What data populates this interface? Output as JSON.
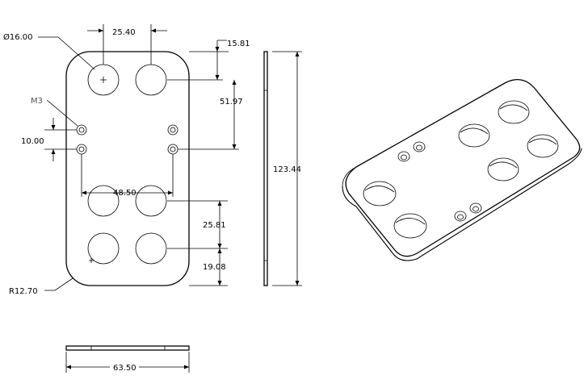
{
  "labels": {
    "hole_diameter": "Ø16.00",
    "hole_spacing_x": "25.40",
    "top_offset": "15.81",
    "mount_spacing_y": "51.97",
    "screw_label": "M3",
    "screw_spacing": "10.00",
    "row_spacing_x": "48.50",
    "overall_length": "123.44",
    "lower_row_spacing": "25.81",
    "bottom_offset": "19.08",
    "corner_radius": "R12.70",
    "overall_width": "63.50"
  }
}
